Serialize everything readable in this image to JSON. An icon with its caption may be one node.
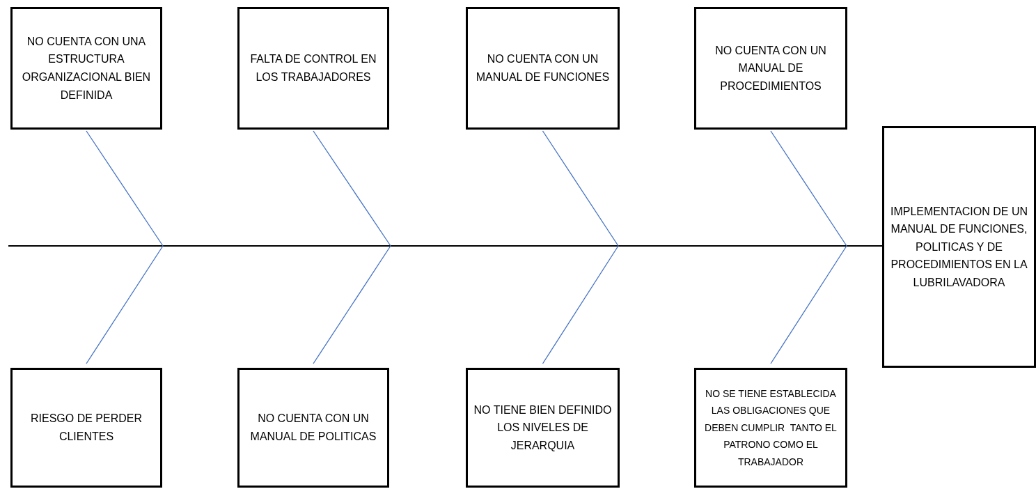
{
  "diagram": {
    "nodes": [
      {
        "text": [
          "NO CUENTA CON UNA ESTRUCTURA ORGANIZACIONAL BIEN DEFINIDA"
        ]
      },
      {
        "text": [
          "FALTA DE CONTROL EN LOS TRABAJADORES"
        ]
      },
      {
        "text": [
          "NO CUENTA CON UN MANUAL DE FUNCIONES"
        ]
      },
      {
        "text": [
          "NO CUENTA CON UN MANUAL DE PROCEDIMIENTOS"
        ]
      },
      {
        "text": [
          "IMPLEMENTACION DE UN MANUAL DE FUNCIONES, POLITICAS Y DE PROCEDIMIENTOS EN LA LUBRILAVADORA"
        ]
      },
      {
        "text": [
          "RIESGO DE PERDER CLIENTES"
        ]
      },
      {
        "text": [
          "NO CUENTA CON UN MANUAL DE POLITICAS"
        ]
      },
      {
        "text": [
          "NO TIENE BIEN DEFINIDO LOS NIVELES DE JERARQUIA"
        ]
      },
      {
        "text": [
          "NO SE TIENE ESTABLECIDA LAS OBLIGACIONES QUE DEBEN CUMPLIR  TANTO EL PATRONO COMO EL TRABAJADOR"
        ]
      }
    ],
    "edges": [
      {
        "from": null,
        "to": 4,
        "arrow": "none",
        "color": "#000000"
      },
      {
        "from": 0,
        "to": null,
        "arrow": "none"
      },
      {
        "from": 1,
        "to": null,
        "arrow": "none"
      },
      {
        "from": 2,
        "to": null,
        "arrow": "none"
      },
      {
        "from": 3,
        "to": null,
        "arrow": "none"
      },
      {
        "from": 5,
        "to": null,
        "arrow": "none"
      },
      {
        "from": 6,
        "to": null,
        "arrow": "none"
      },
      {
        "from": 7,
        "to": null,
        "arrow": "none"
      },
      {
        "from": 8,
        "to": null,
        "arrow": "none"
      }
    ]
  }
}
